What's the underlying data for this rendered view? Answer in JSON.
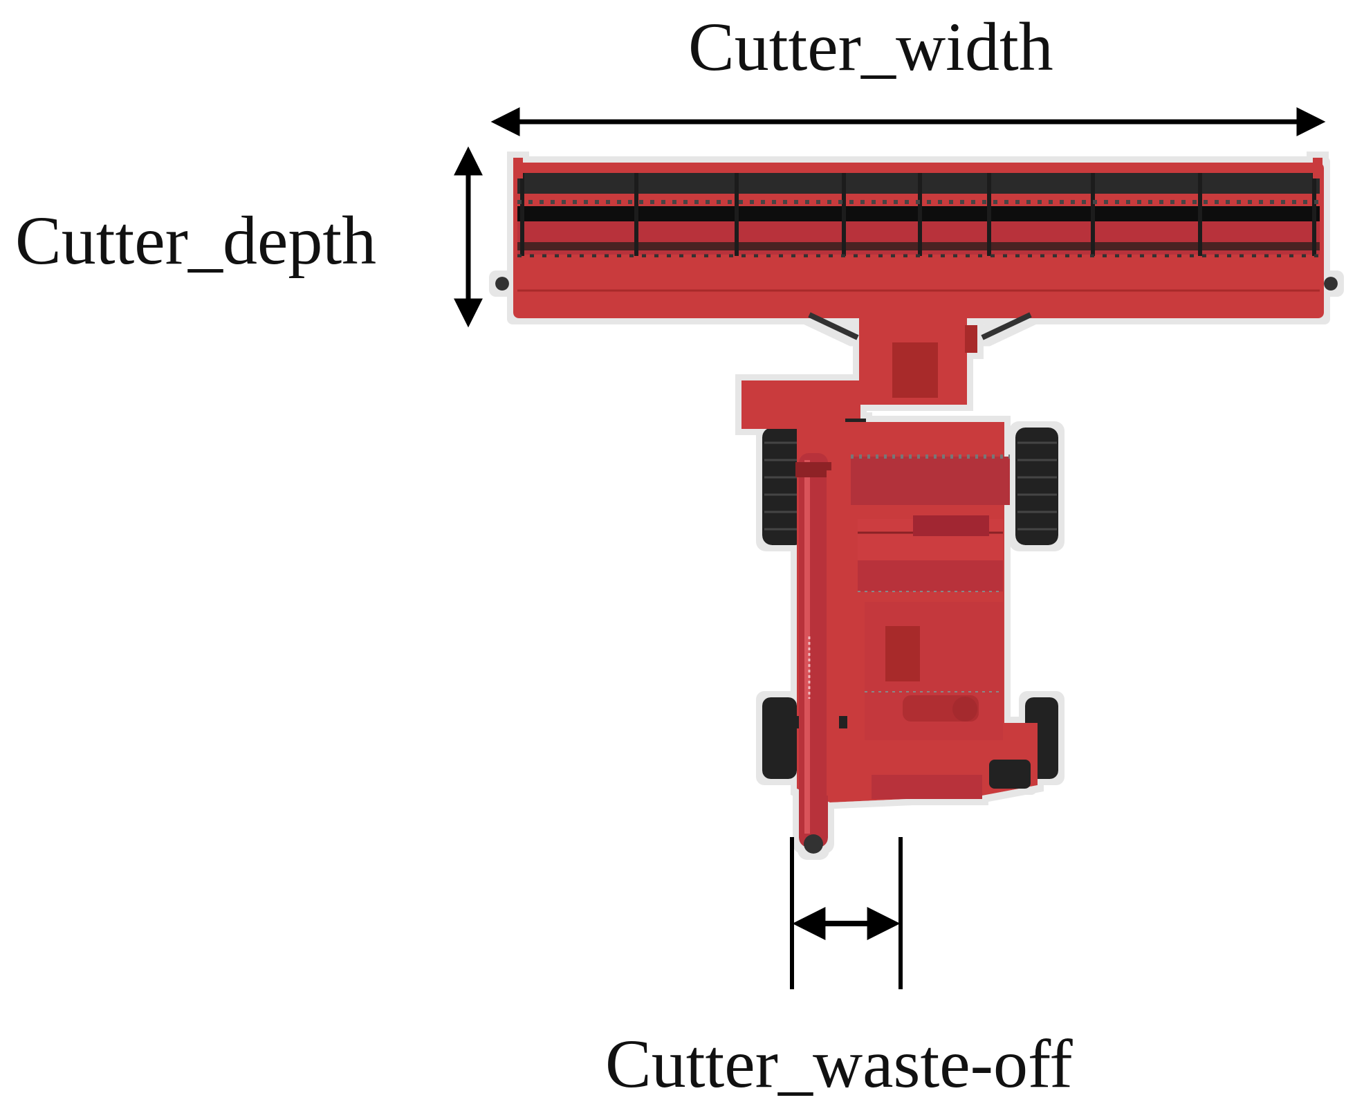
{
  "labels": {
    "cutter_width": "Cutter_width",
    "cutter_depth": "Cutter_depth",
    "cutter_waste_off": "Cutter_waste-off"
  },
  "colors": {
    "body_red": "#c93a3c",
    "body_dark_red": "#a82a2c",
    "reel_black": "#1a1a1a",
    "tire_black": "#222222",
    "dimension_line": "#000000"
  },
  "illustration": {
    "subject": "combine-harvester-top-view"
  }
}
